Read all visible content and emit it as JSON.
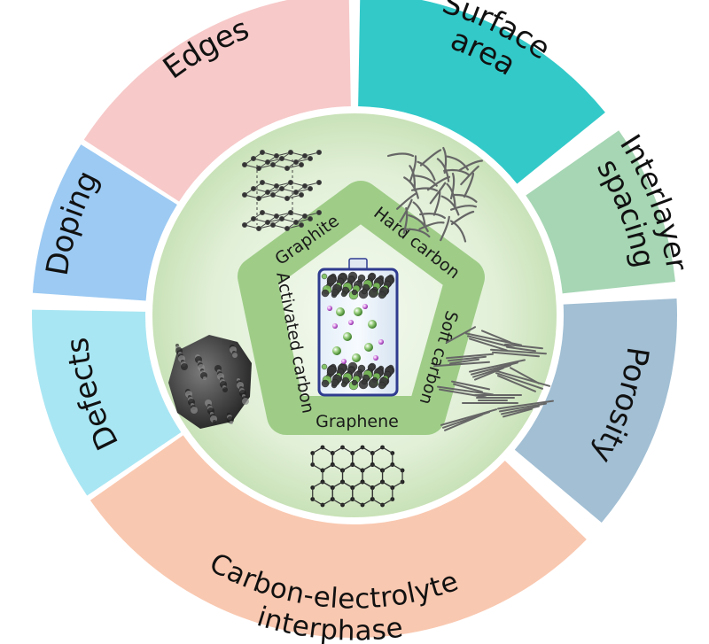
{
  "ring": {
    "segments": [
      {
        "id": "edges",
        "lines": [
          "Edges"
        ],
        "color": "#f7c9c9"
      },
      {
        "id": "surface-area",
        "lines": [
          "Surface",
          "area"
        ],
        "color": "#33c9c9"
      },
      {
        "id": "interlayer-spacing",
        "lines": [
          "Interlayer",
          "spacing"
        ],
        "color": "#a6d6b4"
      },
      {
        "id": "porosity",
        "lines": [
          "Porosity"
        ],
        "color": "#a2bfd4"
      },
      {
        "id": "carbon-electrolyte-interphase",
        "lines": [
          "Carbon-electrolyte",
          "interphase"
        ],
        "color": "#f9c8b0"
      },
      {
        "id": "defects",
        "lines": [
          "Defects"
        ],
        "color": "#a9e6f3"
      },
      {
        "id": "doping",
        "lines": [
          "Doping"
        ],
        "color": "#9ccaf3"
      }
    ]
  },
  "center": {
    "disc_color": "#dbedce",
    "pentagon_color": "#9ccc84",
    "labels": {
      "graphite": "Graphite",
      "hard_carbon": "Hard carbon",
      "soft_carbon": "Soft carbon",
      "graphene": "Graphene",
      "activated_carbon": "Activated carbon"
    }
  }
}
